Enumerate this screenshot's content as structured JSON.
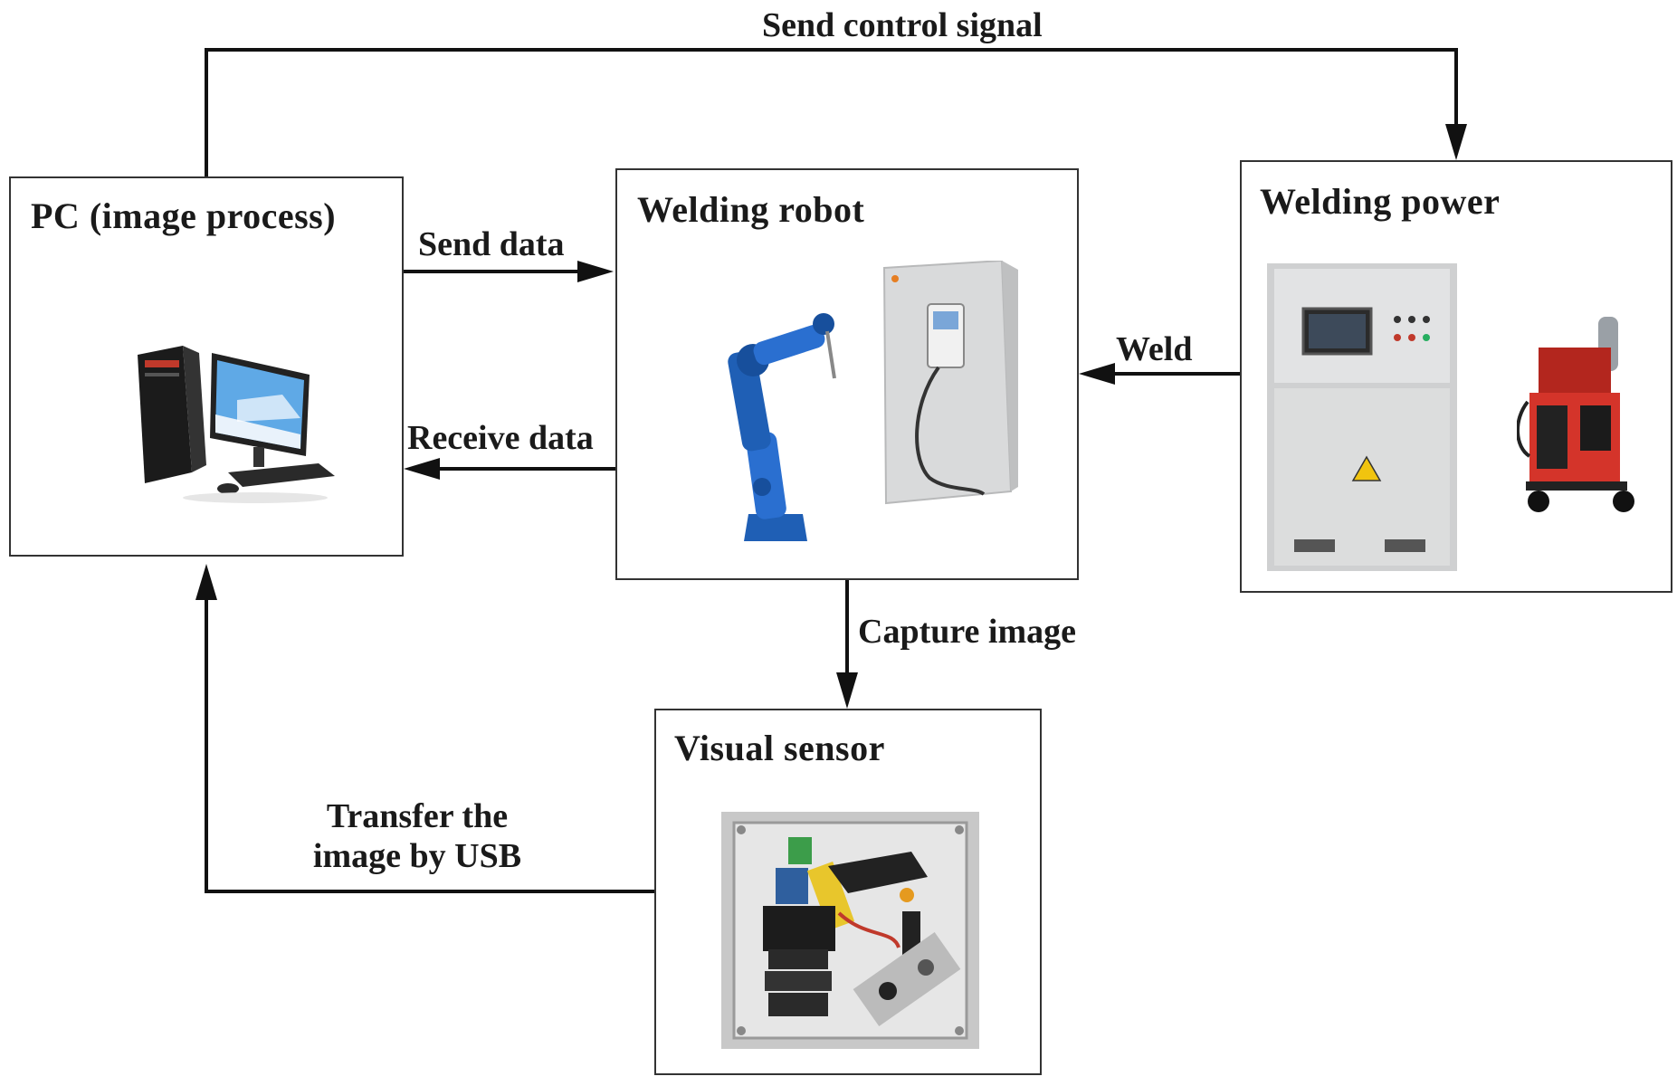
{
  "nodes": {
    "pc": {
      "title": "PC (image process)"
    },
    "robot": {
      "title": "Welding robot"
    },
    "power": {
      "title": "Welding power"
    },
    "sensor": {
      "title": "Visual sensor"
    }
  },
  "edges": {
    "send_control_signal": "Send control signal",
    "send_data": "Send data",
    "receive_data": "Receive data",
    "weld": "Weld",
    "capture_image": "Capture image",
    "transfer_line1": "Transfer the",
    "transfer_line2": "image by USB"
  },
  "colors": {
    "line": "#111111",
    "robot_blue": "#1f5fb5",
    "machine_red": "#c0392b",
    "cabinet_gray": "#d9dadb"
  }
}
